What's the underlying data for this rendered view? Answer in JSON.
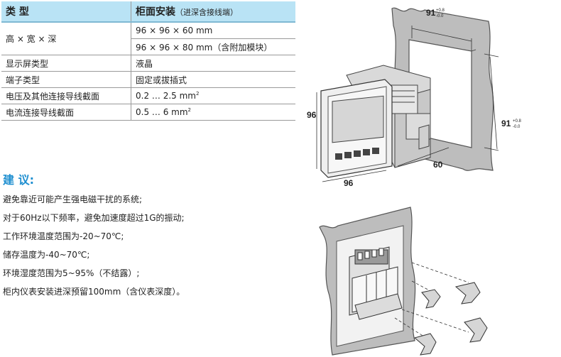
{
  "table": {
    "header": {
      "col1": "类 型",
      "col2": "柜面安装",
      "col2_note": "（进深含接线端）"
    },
    "rows": [
      {
        "label": "高 × 宽 × 深",
        "values": [
          "96 × 96 × 60 mm",
          "96 × 96 × 80 mm（含附加模块）"
        ]
      },
      {
        "label": "显示屏类型",
        "value": "液晶"
      },
      {
        "label": "端子类型",
        "value": "固定或拔插式"
      },
      {
        "label": "电压及其他连接导线截面",
        "value": "0.2 … 2.5 mm",
        "sup": "2"
      },
      {
        "label": "电流连接导线截面",
        "value": "0.5 … 6 mm",
        "sup": "2"
      }
    ]
  },
  "advice": {
    "title": "建 议:",
    "items": [
      "避免靠近可能产生强电磁干扰的系统;",
      "对于60Hz以下频率，避免加速度超过1G的振动;",
      "工作环境温度范围为-20~70℃;",
      "储存温度为-40~70℃;",
      "环境湿度范围为5~95%（不结露）;",
      "柜内仪表安装进深预留100mm（含仪表深度）。"
    ]
  },
  "drawing": {
    "dim_panel_width": "91",
    "dim_panel_height": "91",
    "tol_upper": "+0.8",
    "tol_lower": "-0.0",
    "dim_front_height": "96",
    "dim_front_width": "96",
    "dim_depth": "60"
  }
}
